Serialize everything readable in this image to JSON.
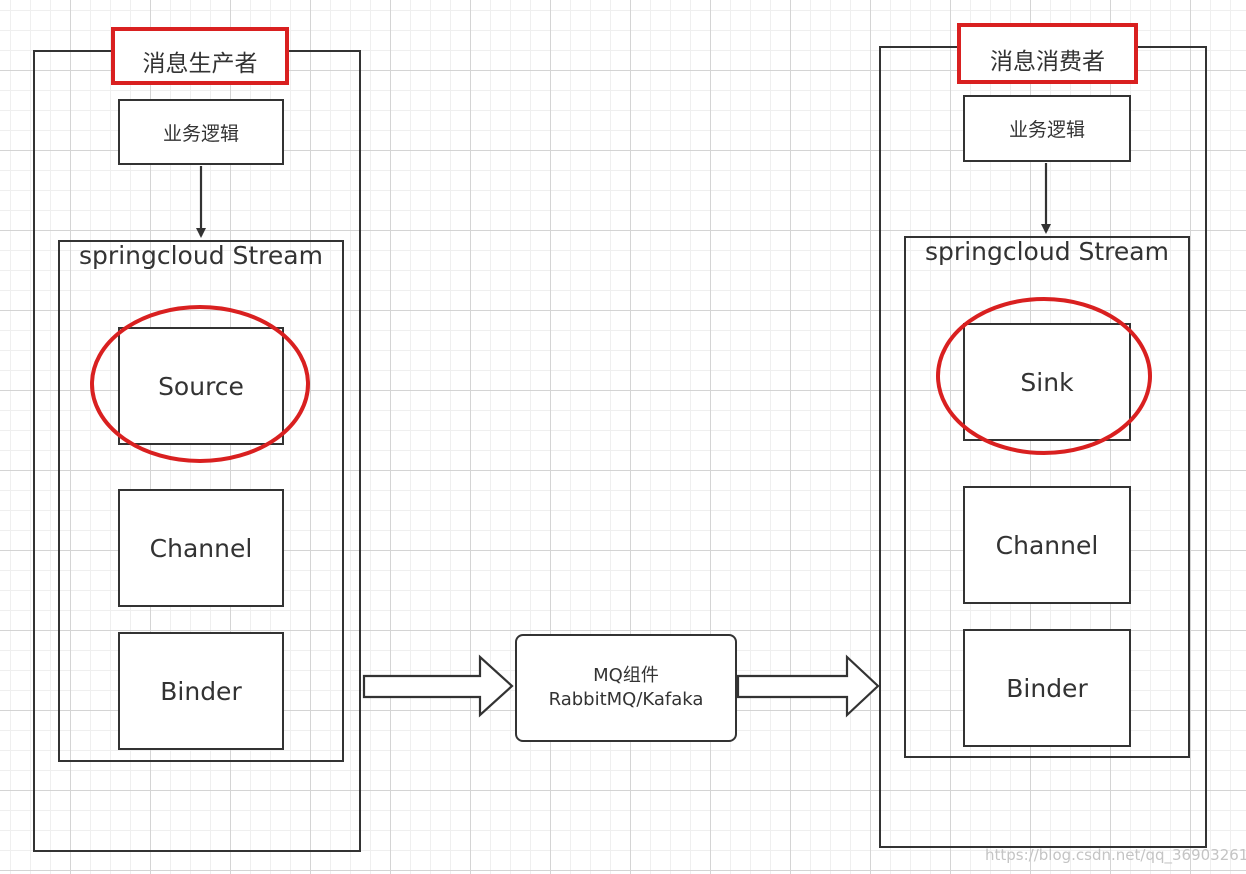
{
  "producer": {
    "title": "消息生产者",
    "business": "业务逻辑",
    "stream_label": "springcloud Stream",
    "components": [
      "Source",
      "Channel",
      "Binder"
    ]
  },
  "consumer": {
    "title": "消息消费者",
    "business": "业务逻辑",
    "stream_label": "springcloud Stream",
    "components": [
      "Sink",
      "Channel",
      "Binder"
    ]
  },
  "mq": {
    "line1": "MQ组件",
    "line2": "RabbitMQ/Kafaka"
  },
  "watermark": "https://blog.csdn.net/qq_36903261",
  "colors": {
    "highlight": "#d92020",
    "stroke": "#333333"
  }
}
